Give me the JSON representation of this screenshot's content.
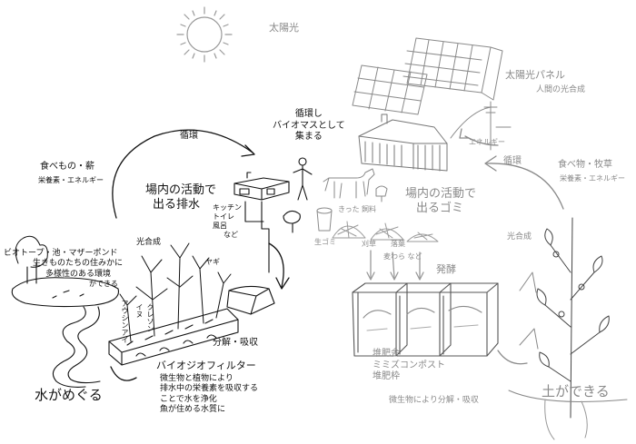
{
  "sun_label": "太陽光",
  "solar_panel": {
    "title": "太陽光パネル",
    "sub": "人間の光合成"
  },
  "energy": "エネルギー",
  "cycle_top": "循環",
  "cycle_right": "循環",
  "biomass": [
    "循環し",
    "バイオマスとして",
    "集まる"
  ],
  "drainage": [
    "場内の活動で",
    "出る排水"
  ],
  "facilities": [
    "キッチン",
    "トイレ",
    "風呂",
    "など"
  ],
  "food_left": {
    "title": "食べもの・薪",
    "sub": "栄養素・エネルギー"
  },
  "food_right": {
    "title": "食べ物・牧草",
    "sub": "栄養素・エネルギー"
  },
  "garbage": [
    "場内の活動で",
    "出るゴミ"
  ],
  "small_items": {
    "cut": "きった",
    "feed": "飼料",
    "namagomi": "生ゴミ",
    "kusa": "刈草",
    "ochiba": "落葉",
    "wara": "麦わら など"
  },
  "fermentation": "発酵",
  "photosynthesis": "光合成",
  "yagi": "ヤギ",
  "biotope": [
    "ビオトープ・池・マザーポンド",
    "生きものたちの住みかに",
    "多様性のある環境",
    "ができる"
  ],
  "plant_labels": [
    "アウシンアイ",
    "イヌ",
    "クレソン"
  ],
  "decomposition": "分解・吸収",
  "biofilter": {
    "title": "バイオジオフィルター",
    "lines": [
      "微生物と植物により",
      "排水中の栄養素を吸収する",
      "ことで水を浄化",
      "魚が住める水質に"
    ]
  },
  "water_cycle": "水がめぐる",
  "compost": [
    "堆肥舎",
    "ミミズコンポスト",
    "堆肥枠"
  ],
  "compost_note": "微生物により分解・吸収",
  "soil": "土ができる"
}
